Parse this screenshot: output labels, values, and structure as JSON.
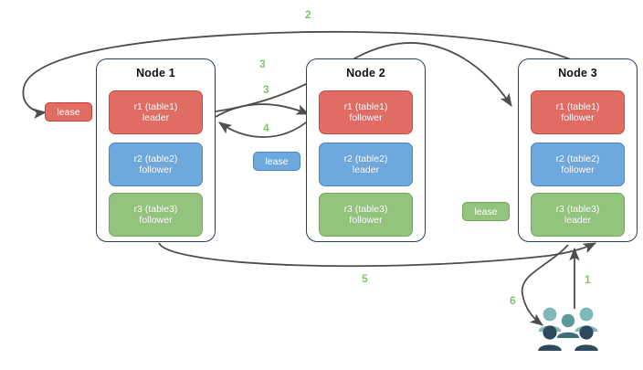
{
  "diagram": {
    "title": "Raft multi-node lease / replica routing diagram",
    "colors": {
      "red": "#e06c63",
      "red_border": "#cc4b3f",
      "blue": "#6fa8dc",
      "blue_border": "#4a86c8",
      "green": "#93c47d",
      "green_border": "#74a85c",
      "node_border": "#2d3b5e",
      "edge": "#4d4d4d",
      "step_label": "#82c565",
      "users_light": "#7fb8b8",
      "users_mid": "#5a9a9a",
      "users_dark": "#2e4a5c"
    },
    "nodes": [
      {
        "title": "Node 1",
        "replicas": [
          {
            "name": "r1 (table1)",
            "role": "leader",
            "color": "red"
          },
          {
            "name": "r2 (table2)",
            "role": "follower",
            "color": "blue"
          },
          {
            "name": "r3 (table3)",
            "role": "follower",
            "color": "green"
          }
        ]
      },
      {
        "title": "Node 2",
        "replicas": [
          {
            "name": "r1 (table1)",
            "role": "follower",
            "color": "red"
          },
          {
            "name": "r2 (table2)",
            "role": "leader",
            "color": "blue"
          },
          {
            "name": "r3 (table3)",
            "role": "follower",
            "color": "green"
          }
        ]
      },
      {
        "title": "Node 3",
        "replicas": [
          {
            "name": "r1 (table1)",
            "role": "follower",
            "color": "red"
          },
          {
            "name": "r2 (table2)",
            "role": "follower",
            "color": "blue"
          },
          {
            "name": "r3 (table3)",
            "role": "leader",
            "color": "green"
          }
        ]
      }
    ],
    "leases": [
      {
        "label": "lease",
        "color": "red"
      },
      {
        "label": "lease",
        "color": "blue"
      },
      {
        "label": "lease",
        "color": "green"
      }
    ],
    "step_labels": [
      {
        "text": "2"
      },
      {
        "text": "3"
      },
      {
        "text": "3"
      },
      {
        "text": "4"
      },
      {
        "text": "5"
      },
      {
        "text": "1"
      },
      {
        "text": "6"
      }
    ],
    "icons": {
      "users": "users-group-icon"
    }
  }
}
